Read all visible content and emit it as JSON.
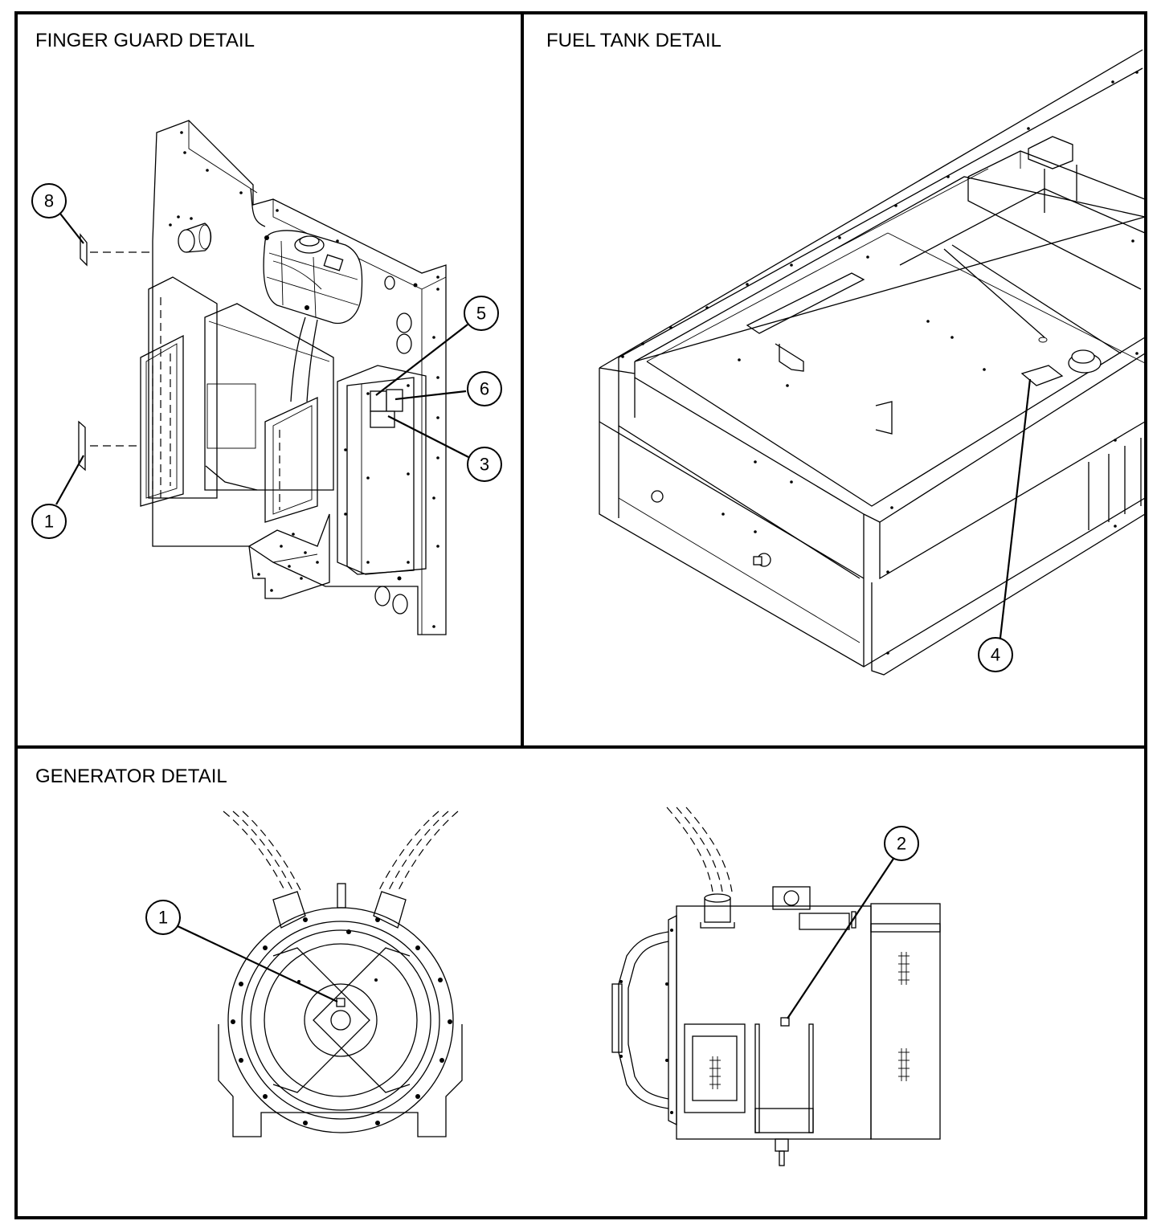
{
  "panels": {
    "finger_guard": {
      "title": "FINGER GUARD DETAIL"
    },
    "fuel_tank": {
      "title": "FUEL TANK DETAIL"
    },
    "generator": {
      "title": "GENERATOR DETAIL"
    }
  },
  "callouts": {
    "fg_8": "8",
    "fg_5": "5",
    "fg_6": "6",
    "fg_3": "3",
    "fg_1": "1",
    "ft_4": "4",
    "gen_1": "1",
    "gen_2": "2"
  }
}
